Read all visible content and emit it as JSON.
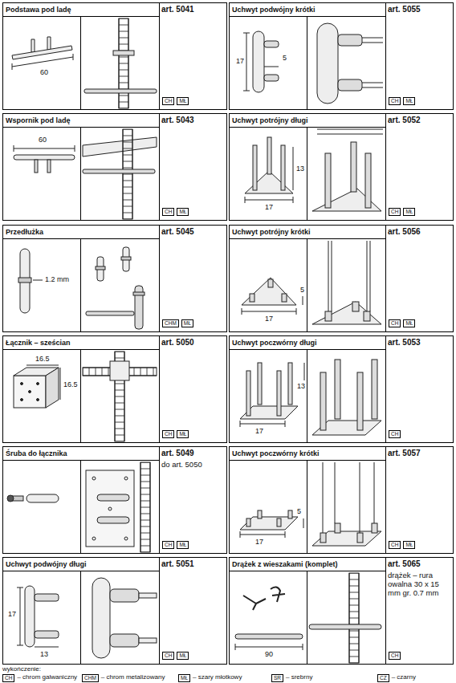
{
  "diagram": {
    "nodes": [
      {
        "text": [
          "Podstawa pod ladę",
          "art. 5041"
        ]
      },
      {
        "text": [
          "CH"
        ],
        "in": 0
      },
      {
        "text": [
          "MŁ"
        ],
        "in": 0
      },
      {
        "text": [
          "Uchwyt podwójny krótki",
          "art. 5055"
        ]
      },
      {
        "text": [
          "CH"
        ],
        "in": 3
      },
      {
        "text": [
          "MŁ"
        ],
        "in": 3
      },
      {
        "text": [
          "Wspornik pod ladę",
          "art. 5043"
        ]
      },
      {
        "text": [
          "CH"
        ],
        "in": 6
      },
      {
        "text": [
          "MŁ"
        ],
        "in": 6
      },
      {
        "text": [
          "Uchwyt potrójny długi",
          "art. 5052"
        ]
      },
      {
        "text": [
          "CH"
        ],
        "in": 9
      },
      {
        "text": [
          "MŁ"
        ],
        "in": 9
      },
      {
        "text": [
          "Przedłużka",
          "art. 5045"
        ]
      },
      {
        "text": [
          "CHM"
        ],
        "in": 12
      },
      {
        "text": [
          "MŁ"
        ],
        "in": 12
      },
      {
        "text": [
          "Uchwyt potrójny krótki",
          "art. 5056"
        ]
      },
      {
        "text": [
          "CH"
        ],
        "in": 15
      },
      {
        "text": [
          "MŁ"
        ],
        "in": 15
      },
      {
        "text": [
          "Łącznik – sześcian",
          "art. 5050"
        ]
      },
      {
        "text": [
          "CH"
        ],
        "in": 18
      },
      {
        "text": [
          "MŁ"
        ],
        "in": 18
      },
      {
        "text": [
          "Uchwyt poczwórny długi",
          "art. 5053"
        ]
      },
      {
        "text": [
          "CH"
        ],
        "in": 21
      },
      {
        "text": [
          "Śruba do łącznika",
          "art. 5049",
          "do art. 5050"
        ]
      },
      {
        "text": [
          "CH"
        ],
        "in": 23
      },
      {
        "text": [
          "MŁ"
        ],
        "in": 23
      },
      {
        "text": [
          "Uchwyt poczwórny krótki",
          "art. 5057"
        ]
      },
      {
        "text": [
          "CH"
        ],
        "in": 26
      },
      {
        "text": [
          "MŁ"
        ],
        "in": 26
      },
      {
        "text": [
          "Uchwyt podwójny długi",
          "art. 5051"
        ]
      },
      {
        "text": [
          "CH"
        ],
        "in": 29
      },
      {
        "text": [
          "MŁ"
        ],
        "in": 29
      },
      {
        "text": [
          "Drążek z wieszakami (komplet)",
          "art. 5065",
          "drążek – rura owalna 30 x 15 mm gr. 0.7 mm"
        ]
      },
      {
        "text": [
          "CH"
        ],
        "in": 32
      },
      {
        "text": [
          "CH"
        ]
      },
      {
        "text": [
          "CHM"
        ]
      },
      {
        "text": [
          "MŁ"
        ]
      },
      {
        "text": [
          "SR"
        ]
      },
      {
        "text": [
          "CZ"
        ]
      }
    ],
    "labels": [
      "60",
      "17",
      "5",
      "60",
      "17",
      "13",
      "1.2 mm",
      "17",
      "5",
      "16.5",
      "16.5",
      "17",
      "13",
      "17",
      "5",
      "17",
      "13",
      "90",
      "wykończenie:"
    ],
    "legend": [
      {
        "text": "– chrom galwaniczny"
      },
      {
        "text": "– chrom metalizowany"
      },
      {
        "text": "– szary młotkowy"
      },
      {
        "text": "– srebrny"
      },
      {
        "text": "– czarny"
      }
    ]
  }
}
